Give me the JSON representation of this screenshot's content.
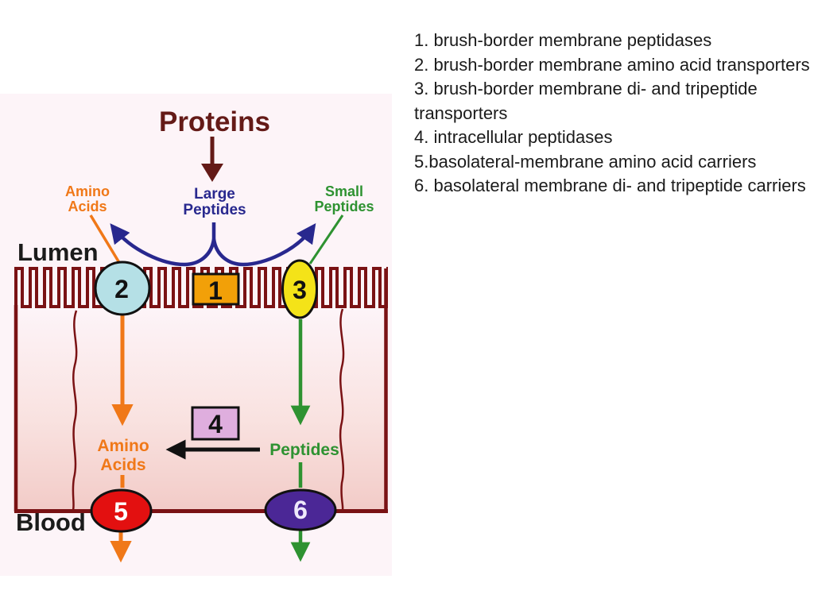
{
  "legend": {
    "items": [
      "1. brush-border membrane peptidases",
      "2. brush-border membrane amino acid transporters",
      "3. brush-border membrane di- and tripeptide transporters",
      "4. intracellular peptidases",
      "5.basolateral-membrane amino acid carriers",
      "6. basolateral membrane di- and tripeptide carriers"
    ],
    "text_color": "#1b1b1b"
  },
  "diagram": {
    "labels": {
      "proteins": "Proteins",
      "large_peptides_line1": "Large",
      "large_peptides_line2": "Peptides",
      "amino_acids_top_line1": "Amino",
      "amino_acids_top_line2": "Acids",
      "small_peptides_line1": "Small",
      "small_peptides_line2": "Peptides",
      "lumen": "Lumen",
      "amino_acids_cell_line1": "Amino",
      "amino_acids_cell_line2": "Acids",
      "peptides_cell": "Peptides",
      "blood": "Blood"
    },
    "markers": [
      "1",
      "2",
      "3",
      "4",
      "5",
      "6"
    ],
    "colors": {
      "diagram_background": "#fdf4f8",
      "maroon_text_arrow": "#641a17",
      "membrane": "#7a1214",
      "navy": "#28288e",
      "orange": "#f07818",
      "green": "#2e9231",
      "black_arrow": "#111111",
      "marker1_fill": "#f2a008",
      "marker2_fill": "#b5e0e6",
      "marker3_fill": "#f4e318",
      "marker4_fill": "#dfaede",
      "marker5_fill": "#e31010",
      "marker6_fill": "#4b2796",
      "cell_gradient_bottom": "#f2cbc7"
    }
  }
}
